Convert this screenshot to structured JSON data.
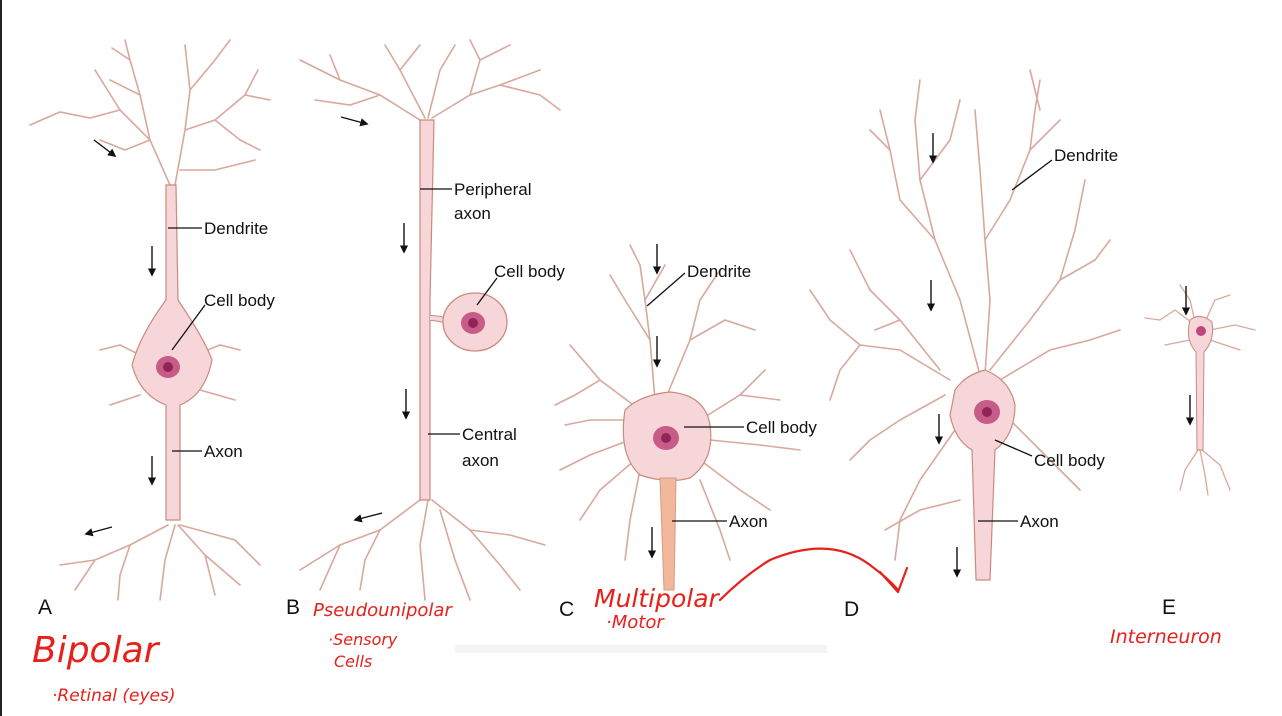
{
  "colors": {
    "neuron_fill": "#f6d6d8",
    "neuron_outline": "#c98b7d",
    "nucleus": "#c0467a",
    "annotation": "#e8201a",
    "label_text": "#111111"
  },
  "panels": [
    {
      "letter": "A",
      "labels": {
        "dendrite": "Dendrite",
        "cell_body": "Cell body",
        "axon": "Axon"
      },
      "annotation": {
        "type": "Bipolar",
        "note": "·Retinal (eyes)"
      }
    },
    {
      "letter": "B",
      "labels": {
        "peripheral_axon_1": "Peripheral",
        "peripheral_axon_2": "axon",
        "cell_body": "Cell body",
        "central_axon_1": "Central",
        "central_axon_2": "axon"
      },
      "annotation": {
        "type": "Pseudounipolar",
        "note_1": "·Sensory",
        "note_2": "Cells"
      }
    },
    {
      "letter": "C",
      "labels": {
        "dendrite": "Dendrite",
        "cell_body": "Cell body",
        "axon": "Axon"
      },
      "annotation": {
        "type": "Multipolar",
        "note": "·Motor"
      }
    },
    {
      "letter": "D",
      "labels": {
        "dendrite": "Dendrite",
        "cell_body": "Cell body",
        "axon": "Axon"
      }
    },
    {
      "letter": "E",
      "annotation": {
        "type": "Interneuron"
      }
    }
  ]
}
